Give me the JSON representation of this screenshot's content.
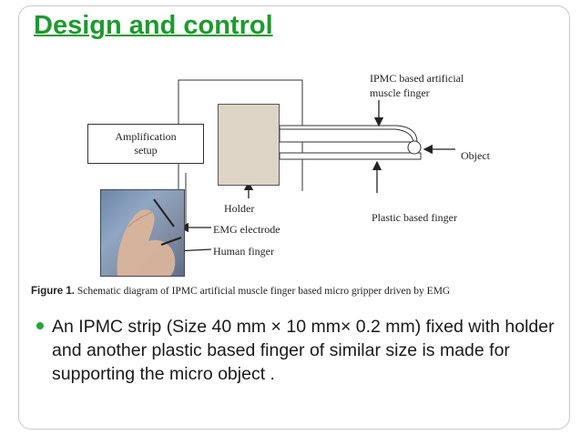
{
  "slide": {
    "title": "Design and control",
    "accent_color": "#1d9a2e",
    "bullet_color": "#2aa23a",
    "bullets": [
      "An IPMC strip (Size 40 mm × 10 mm× 0.2 mm) fixed with holder and another plastic based finger of similar size is made for supporting the micro object ."
    ]
  },
  "figure": {
    "labels": {
      "ipmc_line1": "IPMC based artificial",
      "ipmc_line2": "muscle finger",
      "object": "Object",
      "amplification_line1": "Amplification",
      "amplification_line2": "setup",
      "holder": "Holder",
      "plastic": "Plastic based finger",
      "emg": "EMG electrode",
      "human": "Human finger"
    },
    "caption_number": "Figure 1.",
    "caption_text": "Schematic diagram of IPMC artificial muscle finger based micro gripper driven by EMG"
  }
}
